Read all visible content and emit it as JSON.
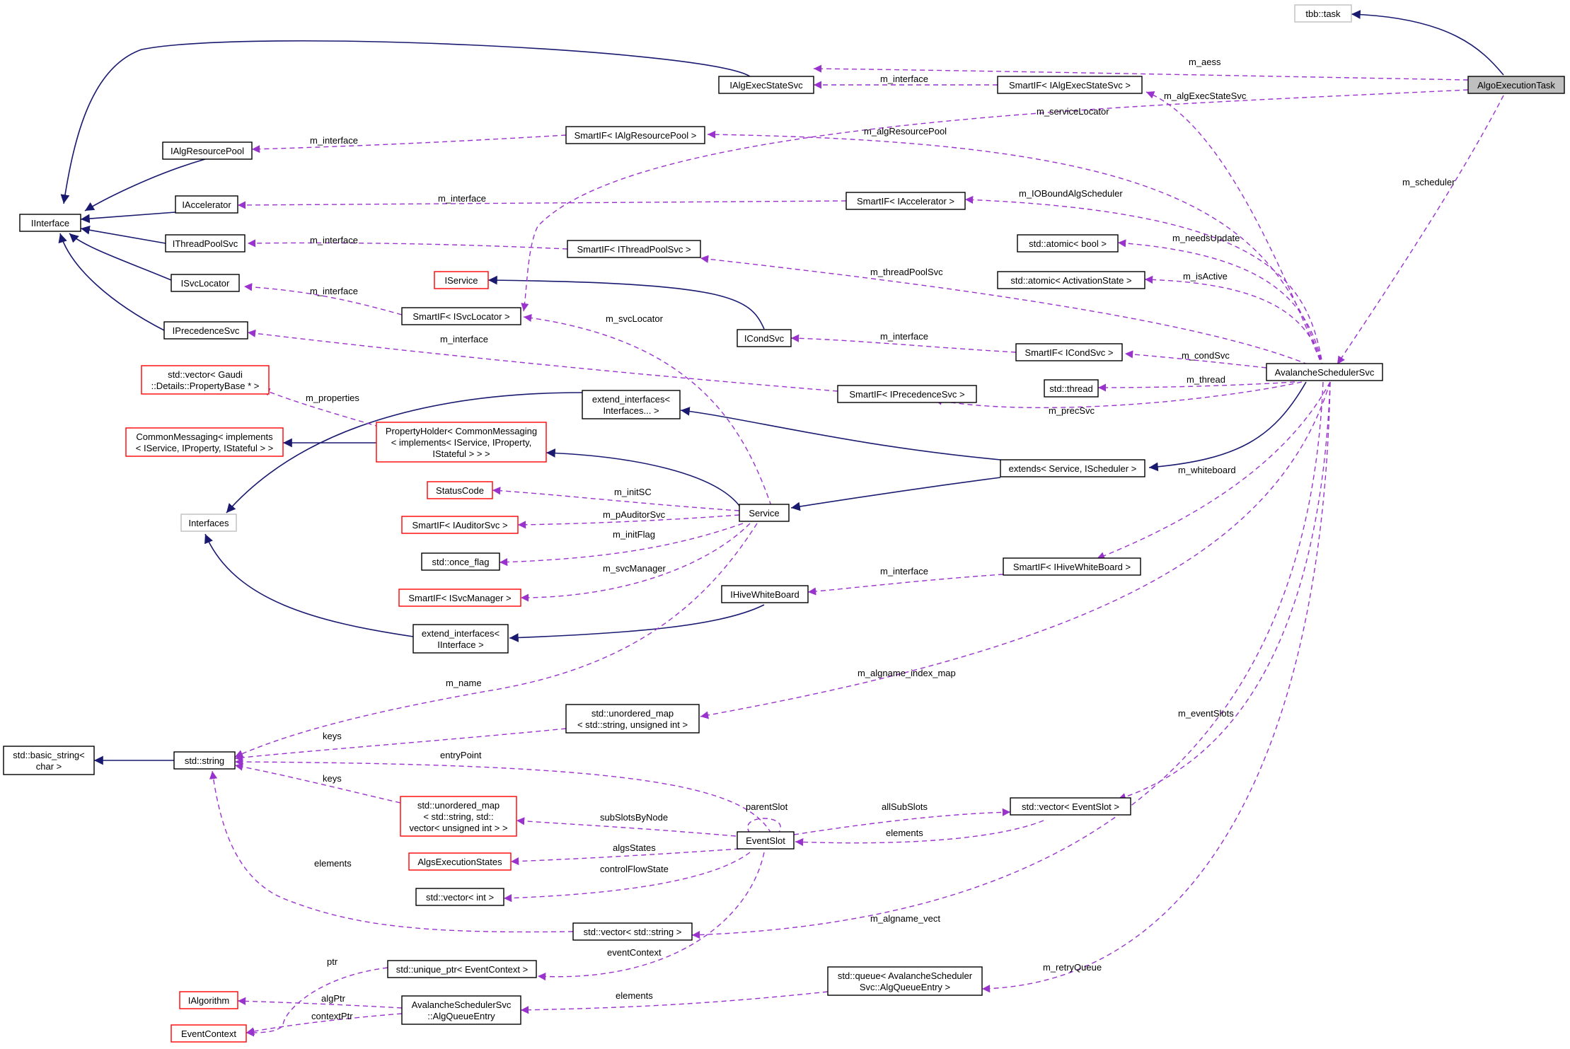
{
  "nodes": {
    "tbb_task": "tbb::task",
    "algo_execution_task": "AlgoExecutionTask",
    "i_alg_exec_state_svc": "IAlgExecStateSvc",
    "smartif_ialgexecstatesvc": "SmartIF< IAlgExecStateSvc >",
    "i_alg_resource_pool": "IAlgResourcePool",
    "smartif_ialgresourcepool": "SmartIF< IAlgResourcePool >",
    "i_interface": "IInterface",
    "i_accelerator": "IAccelerator",
    "smartif_iaccelerator": "SmartIF< IAccelerator >",
    "i_thread_pool_svc": "IThreadPoolSvc",
    "smartif_ithreadpoolsvc": "SmartIF< IThreadPoolSvc >",
    "atomic_bool": "std::atomic< bool >",
    "atomic_activation_state": "std::atomic< ActivationState >",
    "i_service": "IService",
    "i_svc_locator": "ISvcLocator",
    "smartif_isvclocator": "SmartIF< ISvcLocator >",
    "i_cond_svc": "ICondSvc",
    "smartif_icondsvc": "SmartIF< ICondSvc >",
    "i_precedence_svc": "IPrecedenceSvc",
    "smartif_iprecedencesvc": "SmartIF< IPrecedenceSvc >",
    "avalanche_scheduler_svc": "AvalancheSchedulerSvc",
    "std_thread": "std::thread",
    "vector_propertybase": [
      "std::vector< Gaudi",
      "::Details::PropertyBase * >"
    ],
    "extend_interfaces_pack": [
      "extend_interfaces<",
      "Interfaces... >"
    ],
    "common_messaging": [
      "CommonMessaging< implements",
      "< IService, IProperty, IStateful > >"
    ],
    "property_holder": [
      "PropertyHolder< CommonMessaging",
      "< implements< IService, IProperty,",
      "IStateful > > >"
    ],
    "extends_service": "extends< Service, IScheduler >",
    "interfaces": "Interfaces",
    "status_code": "StatusCode",
    "service": "Service",
    "smartif_iauditorsvc": "SmartIF< IAuditorSvc >",
    "once_flag": "std::once_flag",
    "smartif_isvcmanager": "SmartIF< ISvcManager >",
    "i_hive_whiteboard": "IHiveWhiteBoard",
    "smartif_ihivewhiteboard": "SmartIF< IHiveWhiteBoard >",
    "extend_interfaces_iinterface": [
      "extend_interfaces<",
      "IInterface >"
    ],
    "unordered_map_uint": [
      "std::unordered_map",
      "< std::string, unsigned int >"
    ],
    "basic_string": [
      "std::basic_string<",
      "char >"
    ],
    "std_string": "std::string",
    "unordered_map_vector": [
      "std::unordered_map",
      "< std::string, std::",
      "vector< unsigned int > >"
    ],
    "event_slot": "EventSlot",
    "vector_eventslot": "std::vector< EventSlot >",
    "algs_execution_states": "AlgsExecutionStates",
    "vector_int": "std::vector< int >",
    "vector_string": "std::vector< std::string >",
    "unique_ptr_eventcontext": "std::unique_ptr< EventContext >",
    "queue_algqueueentry": [
      "std::queue< AvalancheScheduler",
      "Svc::AlgQueueEntry >"
    ],
    "i_algorithm": "IAlgorithm",
    "alg_queue_entry": [
      "AvalancheSchedulerSvc",
      "::AlgQueueEntry"
    ],
    "event_context": "EventContext"
  },
  "edge_labels": {
    "m_aess": "m_aess",
    "m_interface": "m_interface",
    "m_alg_exec_state_svc": "m_algExecStateSvc",
    "m_service_locator": "m_serviceLocator",
    "m_alg_resource_pool": "m_algResourcePool",
    "m_scheduler": "m_scheduler",
    "m_io_bound_alg_scheduler": "m_IOBoundAlgScheduler",
    "m_needs_update": "m_needsUpdate",
    "m_thread_pool_svc": "m_threadPoolSvc",
    "m_is_active": "m_isActive",
    "m_svc_locator": "m_svcLocator",
    "m_cond_svc": "m_condSvc",
    "m_thread": "m_thread",
    "m_properties": "m_properties",
    "m_prec_svc": "m_precSvc",
    "m_whiteboard": "m_whiteboard",
    "m_init_sc": "m_initSC",
    "m_p_auditor_svc": "m_pAuditorSvc",
    "m_init_flag": "m_initFlag",
    "m_svc_manager": "m_svcManager",
    "m_name": "m_name",
    "m_algname_index_map": "m_algname_index_map",
    "keys": "keys",
    "m_event_slots": "m_eventSlots",
    "entry_point": "entryPoint",
    "parent_slot": "parentSlot",
    "all_sub_slots": "allSubSlots",
    "elements": "elements",
    "sub_slots_by_node": "subSlotsByNode",
    "algs_states": "algsStates",
    "control_flow_state": "controlFlowState",
    "m_algname_vect": "m_algname_vect",
    "event_context": "eventContext",
    "m_retry_queue": "m_retryQueue",
    "ptr": "ptr",
    "alg_ptr": "algPtr",
    "context_ptr": "contextPtr"
  },
  "colors": {
    "inheritance_edge": "#191970",
    "usage_edge": "#9a32cd",
    "undocumented_border": "#ff0000",
    "external_border": "#bfbfbf",
    "highlight_fill": "#bfbfbf"
  }
}
